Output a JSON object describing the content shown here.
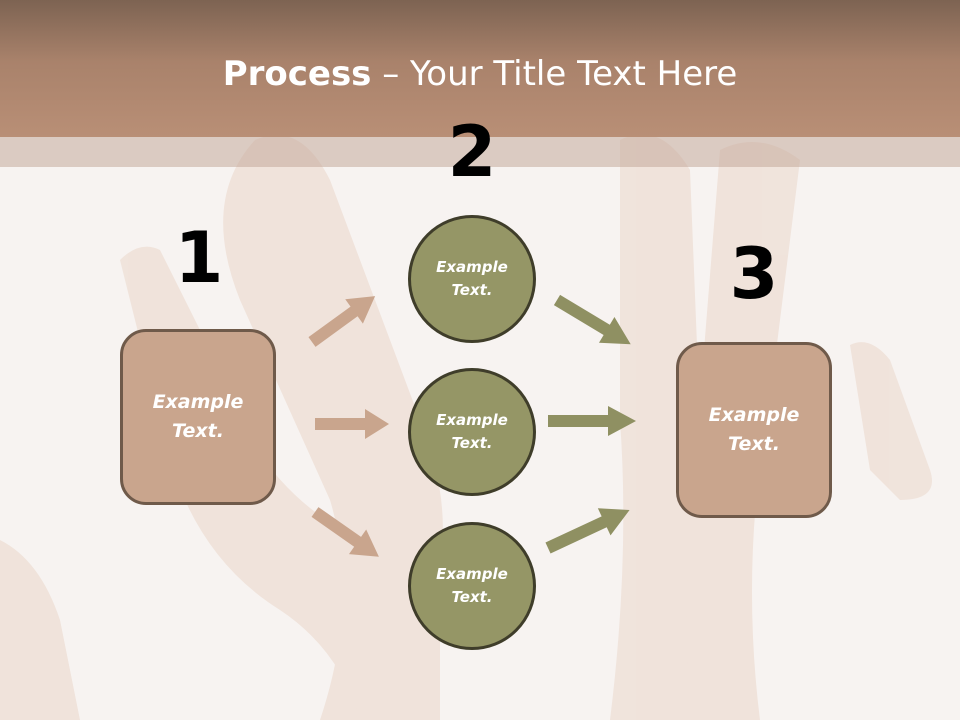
{
  "title": {
    "bold": "Process",
    "rest": " – Your Title Text Here"
  },
  "numbers": [
    "1",
    "2",
    "3"
  ],
  "left_box": {
    "text": "Example Text."
  },
  "circles": [
    {
      "text": "Example Text."
    },
    {
      "text": "Example Text."
    },
    {
      "text": "Example Text."
    }
  ],
  "right_box": {
    "text": "Example Text."
  },
  "colors": {
    "header": "#b98f76",
    "box_fill": "#c9a58d",
    "circle_fill": "#959666",
    "left_arrows": "#c9a58d",
    "right_arrows": "#8f9062"
  }
}
